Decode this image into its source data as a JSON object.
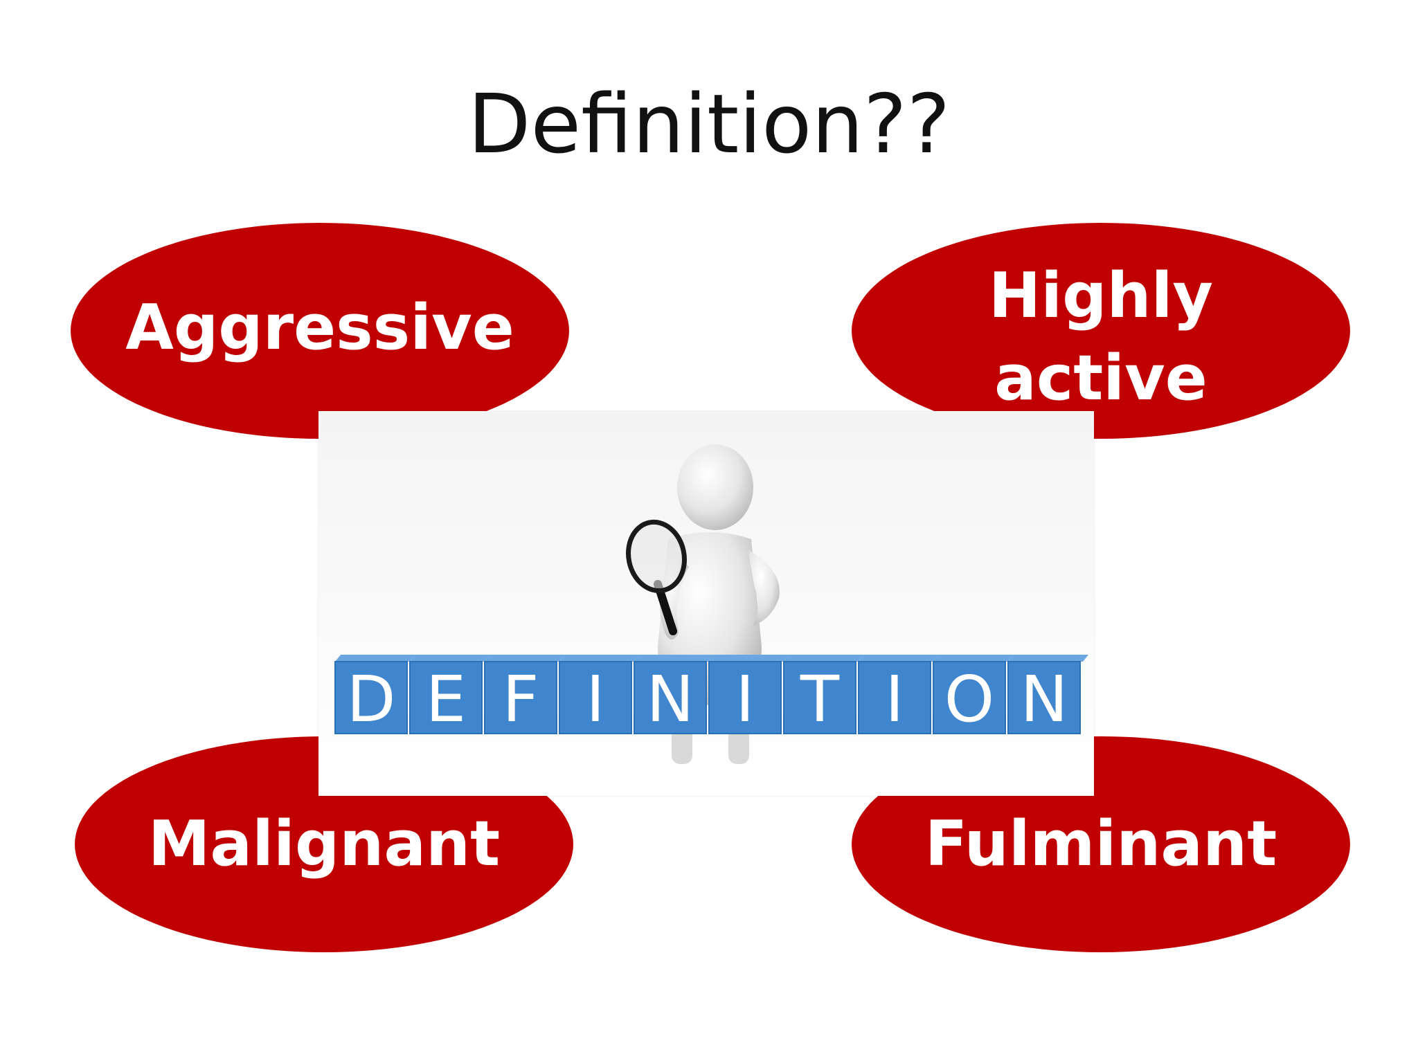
{
  "slide": {
    "title": "Definition??",
    "accent_color": "#c00000",
    "terms": [
      {
        "label": "Aggressive"
      },
      {
        "label": "Highly active"
      },
      {
        "label": "Malignant"
      },
      {
        "label": "Fulminant"
      }
    ],
    "illustration": {
      "description_icon": "person-with-magnifying-glass-icon",
      "block_letters": [
        "D",
        "E",
        "F",
        "I",
        "N",
        "I",
        "T",
        "I",
        "O",
        "N"
      ],
      "block_color": "#3f86cf"
    }
  }
}
